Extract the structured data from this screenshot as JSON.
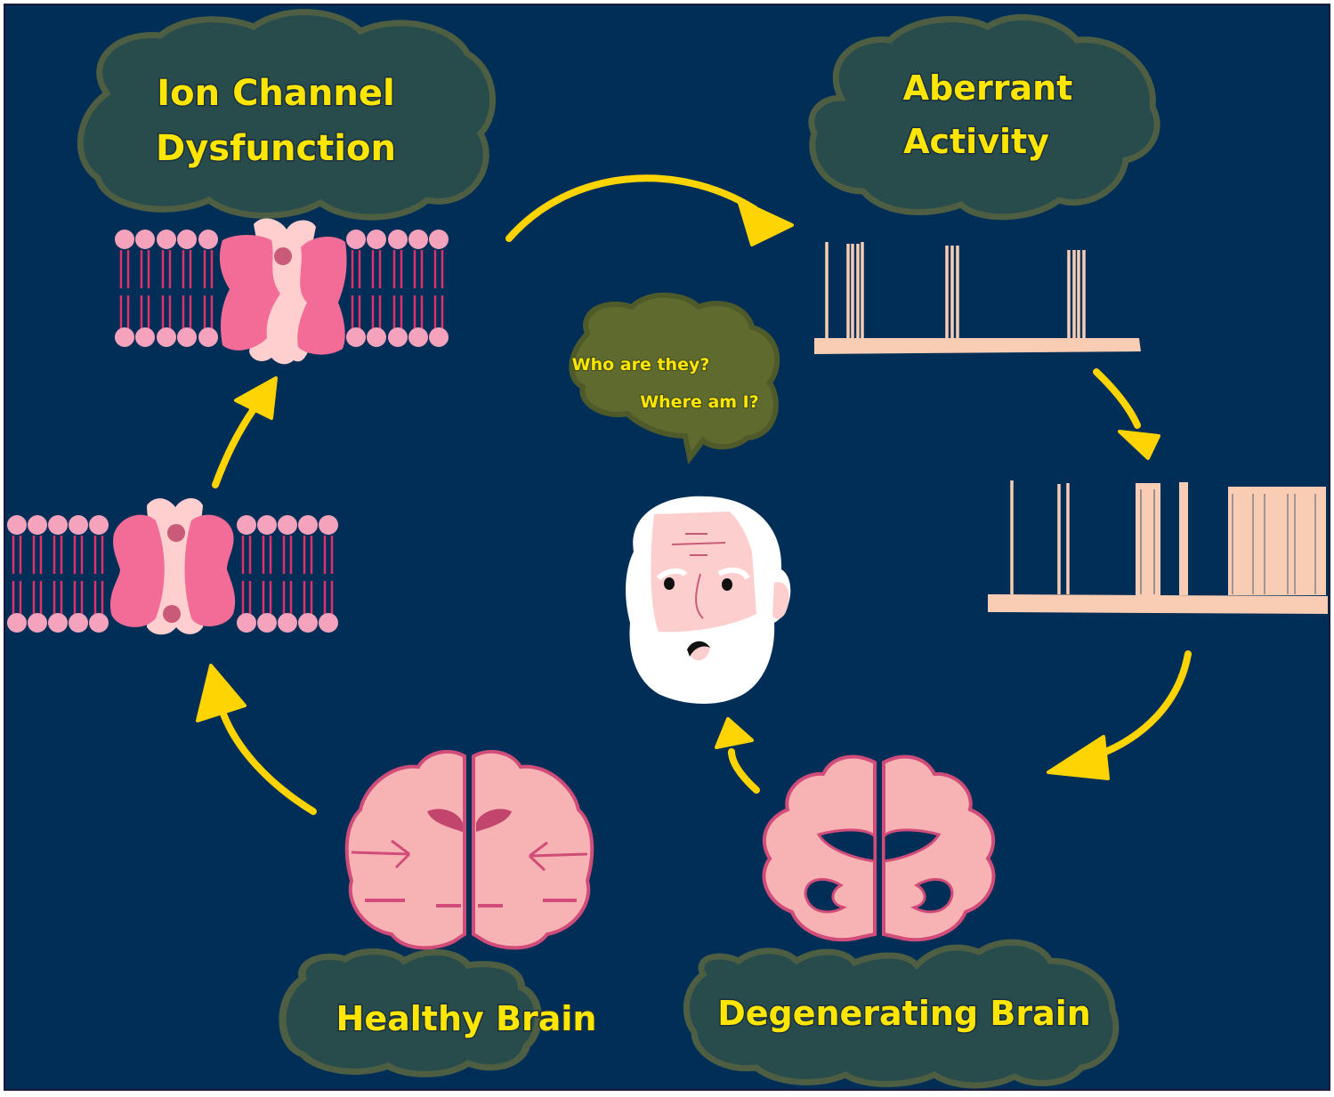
{
  "colors": {
    "background": "#002e57",
    "frame": "#1a1a3a",
    "cloud_fill": "#284b4c",
    "cloud_stroke": "#4d5e42",
    "thought_fill": "#5f6a2e",
    "thought_stroke": "#4e5a2a",
    "label_text": "#ffe600",
    "arrow": "#ffd400",
    "lipid_head": "#f5a3bd",
    "lipid_tail": "#e0306a",
    "channel_outer": "#f36b97",
    "channel_inner": "#ffcfcf",
    "ion": "#c95a78",
    "trace": "#f8cdb4",
    "brain_fill": "#f7b3b4",
    "brain_outline": "#d24c7a",
    "face_skin": "#fccfce",
    "hair": "#ffffff"
  },
  "labels": {
    "ion_channel_line1": "Ion Channel",
    "ion_channel_line2": "Dysfunction",
    "aberrant_line1": "Aberrant",
    "aberrant_line2": "Activity",
    "healthy_brain": "Healthy Brain",
    "degenerating_brain": "Degenerating Brain",
    "thought_line1": "Who are they?",
    "thought_line2": "Where am I?"
  },
  "stages": [
    {
      "id": "healthy-brain",
      "label": "Healthy Brain"
    },
    {
      "id": "normal-ion-channel",
      "label": ""
    },
    {
      "id": "ion-channel-dysfunction",
      "label": "Ion Channel Dysfunction"
    },
    {
      "id": "aberrant-activity",
      "label": "Aberrant Activity"
    },
    {
      "id": "increased-aberrant-activity",
      "label": ""
    },
    {
      "id": "degenerating-brain",
      "label": "Degenerating Brain"
    },
    {
      "id": "confused-patient",
      "label": "Who are they? Where am I?"
    }
  ],
  "icons": {
    "normal_channel": "ion-channel-icon",
    "dysfunctional_channel": "dysfunctional-ion-channel-icon",
    "trace1": "spike-trace-icon",
    "trace2": "burst-spike-trace-icon",
    "healthy_brain": "brain-coronal-icon",
    "degenerating_brain": "atrophied-brain-icon",
    "face": "elderly-man-face-icon"
  }
}
